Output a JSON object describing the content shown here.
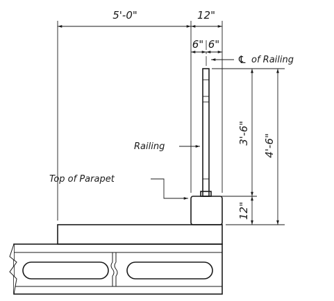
{
  "dimensions": {
    "horizontal_width": "5'-0\"",
    "parapet_width": "12\"",
    "half_left": "6\"",
    "half_right": "6\"",
    "railing_height": "3'-6\"",
    "total_height": "4'-6\"",
    "parapet_height": "12\""
  },
  "labels": {
    "centerline_symbol": "℄",
    "centerline": "of Railing",
    "railing": "Railing",
    "top_of_parapet": "Top of Parapet"
  }
}
